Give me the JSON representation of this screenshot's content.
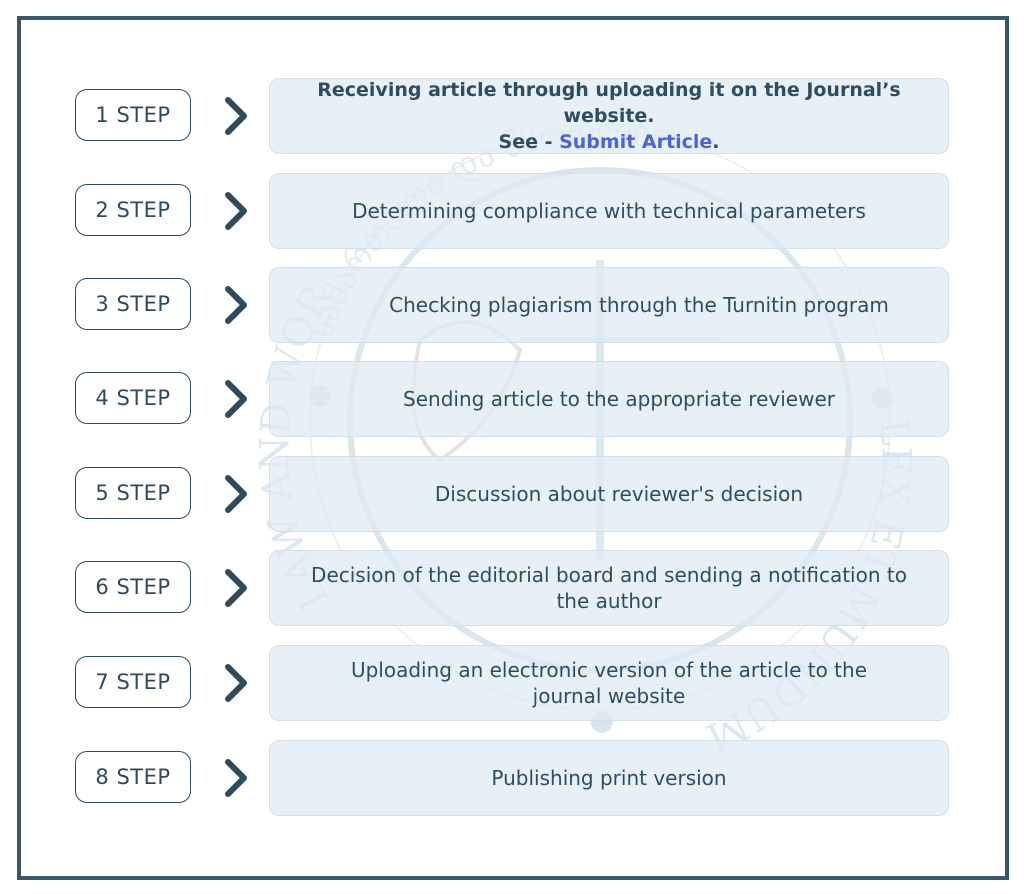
{
  "steps": [
    {
      "label": "1 STEP",
      "text_line1": "Receiving article through uploading it on the Journal’s website.",
      "text_prefix": "See - ",
      "link": "Submit Article",
      "suffix": "."
    },
    {
      "label": "2 STEP",
      "text": "Determining compliance with technical parameters"
    },
    {
      "label": "3 STEP",
      "text": "Checking plagiarism through the Turnitin program"
    },
    {
      "label": "4 STEP",
      "text": "Sending article to the appropriate reviewer"
    },
    {
      "label": "5 STEP",
      "text": "Discussion about reviewer's decision"
    },
    {
      "label": "6 STEP",
      "text": "Decision of the editorial board and sending a notification to the author"
    },
    {
      "label": "7 STEP",
      "text": "Uploading an electronic version of the article to the journal website"
    },
    {
      "label": "8 STEP",
      "text": "Publishing print version"
    }
  ],
  "colors": {
    "border": "#3a5668",
    "text": "#2e4d60",
    "card_bg": "#dfeaf4",
    "link": "#4a63d8"
  },
  "watermark_text": {
    "arc_top": "სამართალი და მსოფლიო",
    "left": "LAW AND WORLD",
    "right": "LEX ET MUNDUM"
  }
}
